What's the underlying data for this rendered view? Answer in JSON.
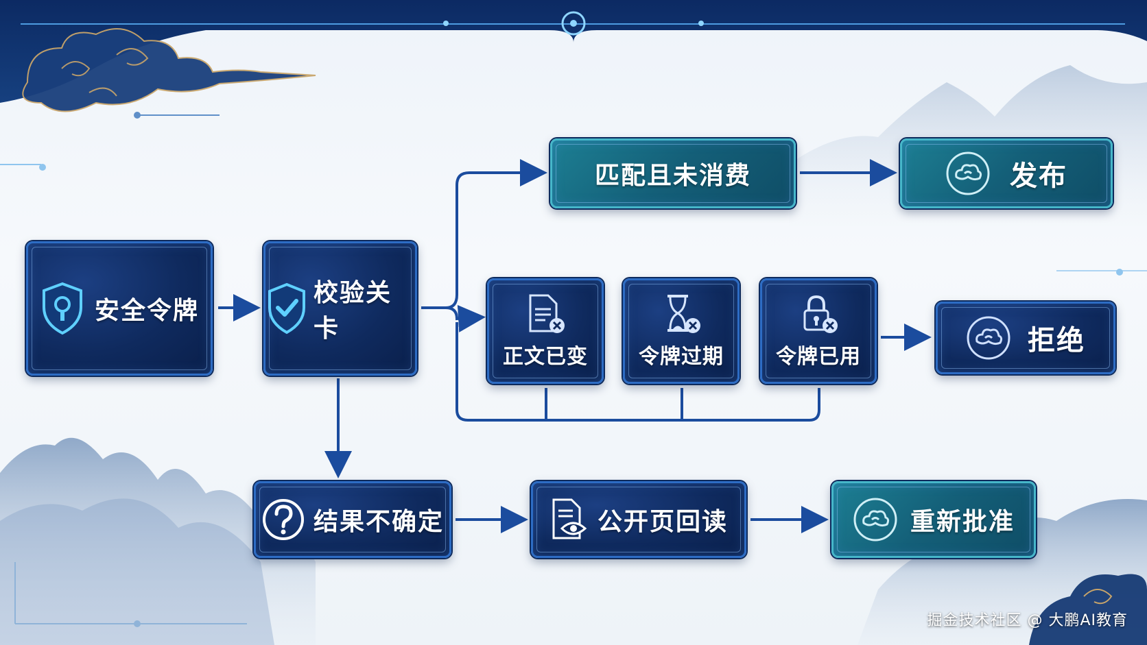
{
  "nodes": {
    "security_token": "安全令牌",
    "verify_gate": "校验关卡",
    "matched_unconsumed": "匹配且未消费",
    "publish": "发布",
    "body_changed": "正文已变",
    "token_expired": "令牌过期",
    "token_used": "令牌已用",
    "reject": "拒绝",
    "result_uncertain": "结果不确定",
    "public_reread": "公开页回读",
    "reapprove": "重新批准"
  },
  "watermark": "掘金技术社区 @ 大鹏AI教育",
  "icons": {
    "security_token": "shield-keyhole-icon",
    "verify_gate": "shield-check-icon",
    "body_changed": "document-x-icon",
    "token_expired": "hourglass-x-icon",
    "token_used": "lock-x-icon",
    "publish": "cloud-emblem-icon",
    "reject": "cloud-emblem-icon",
    "result_uncertain": "question-circle-icon",
    "public_reread": "document-eye-icon",
    "reapprove": "cloud-emblem-icon"
  },
  "colors": {
    "navy_node": "#0f2a5e",
    "teal_node": "#145f78",
    "connector": "#1b4c9e",
    "glow": "#5fd0ff"
  }
}
